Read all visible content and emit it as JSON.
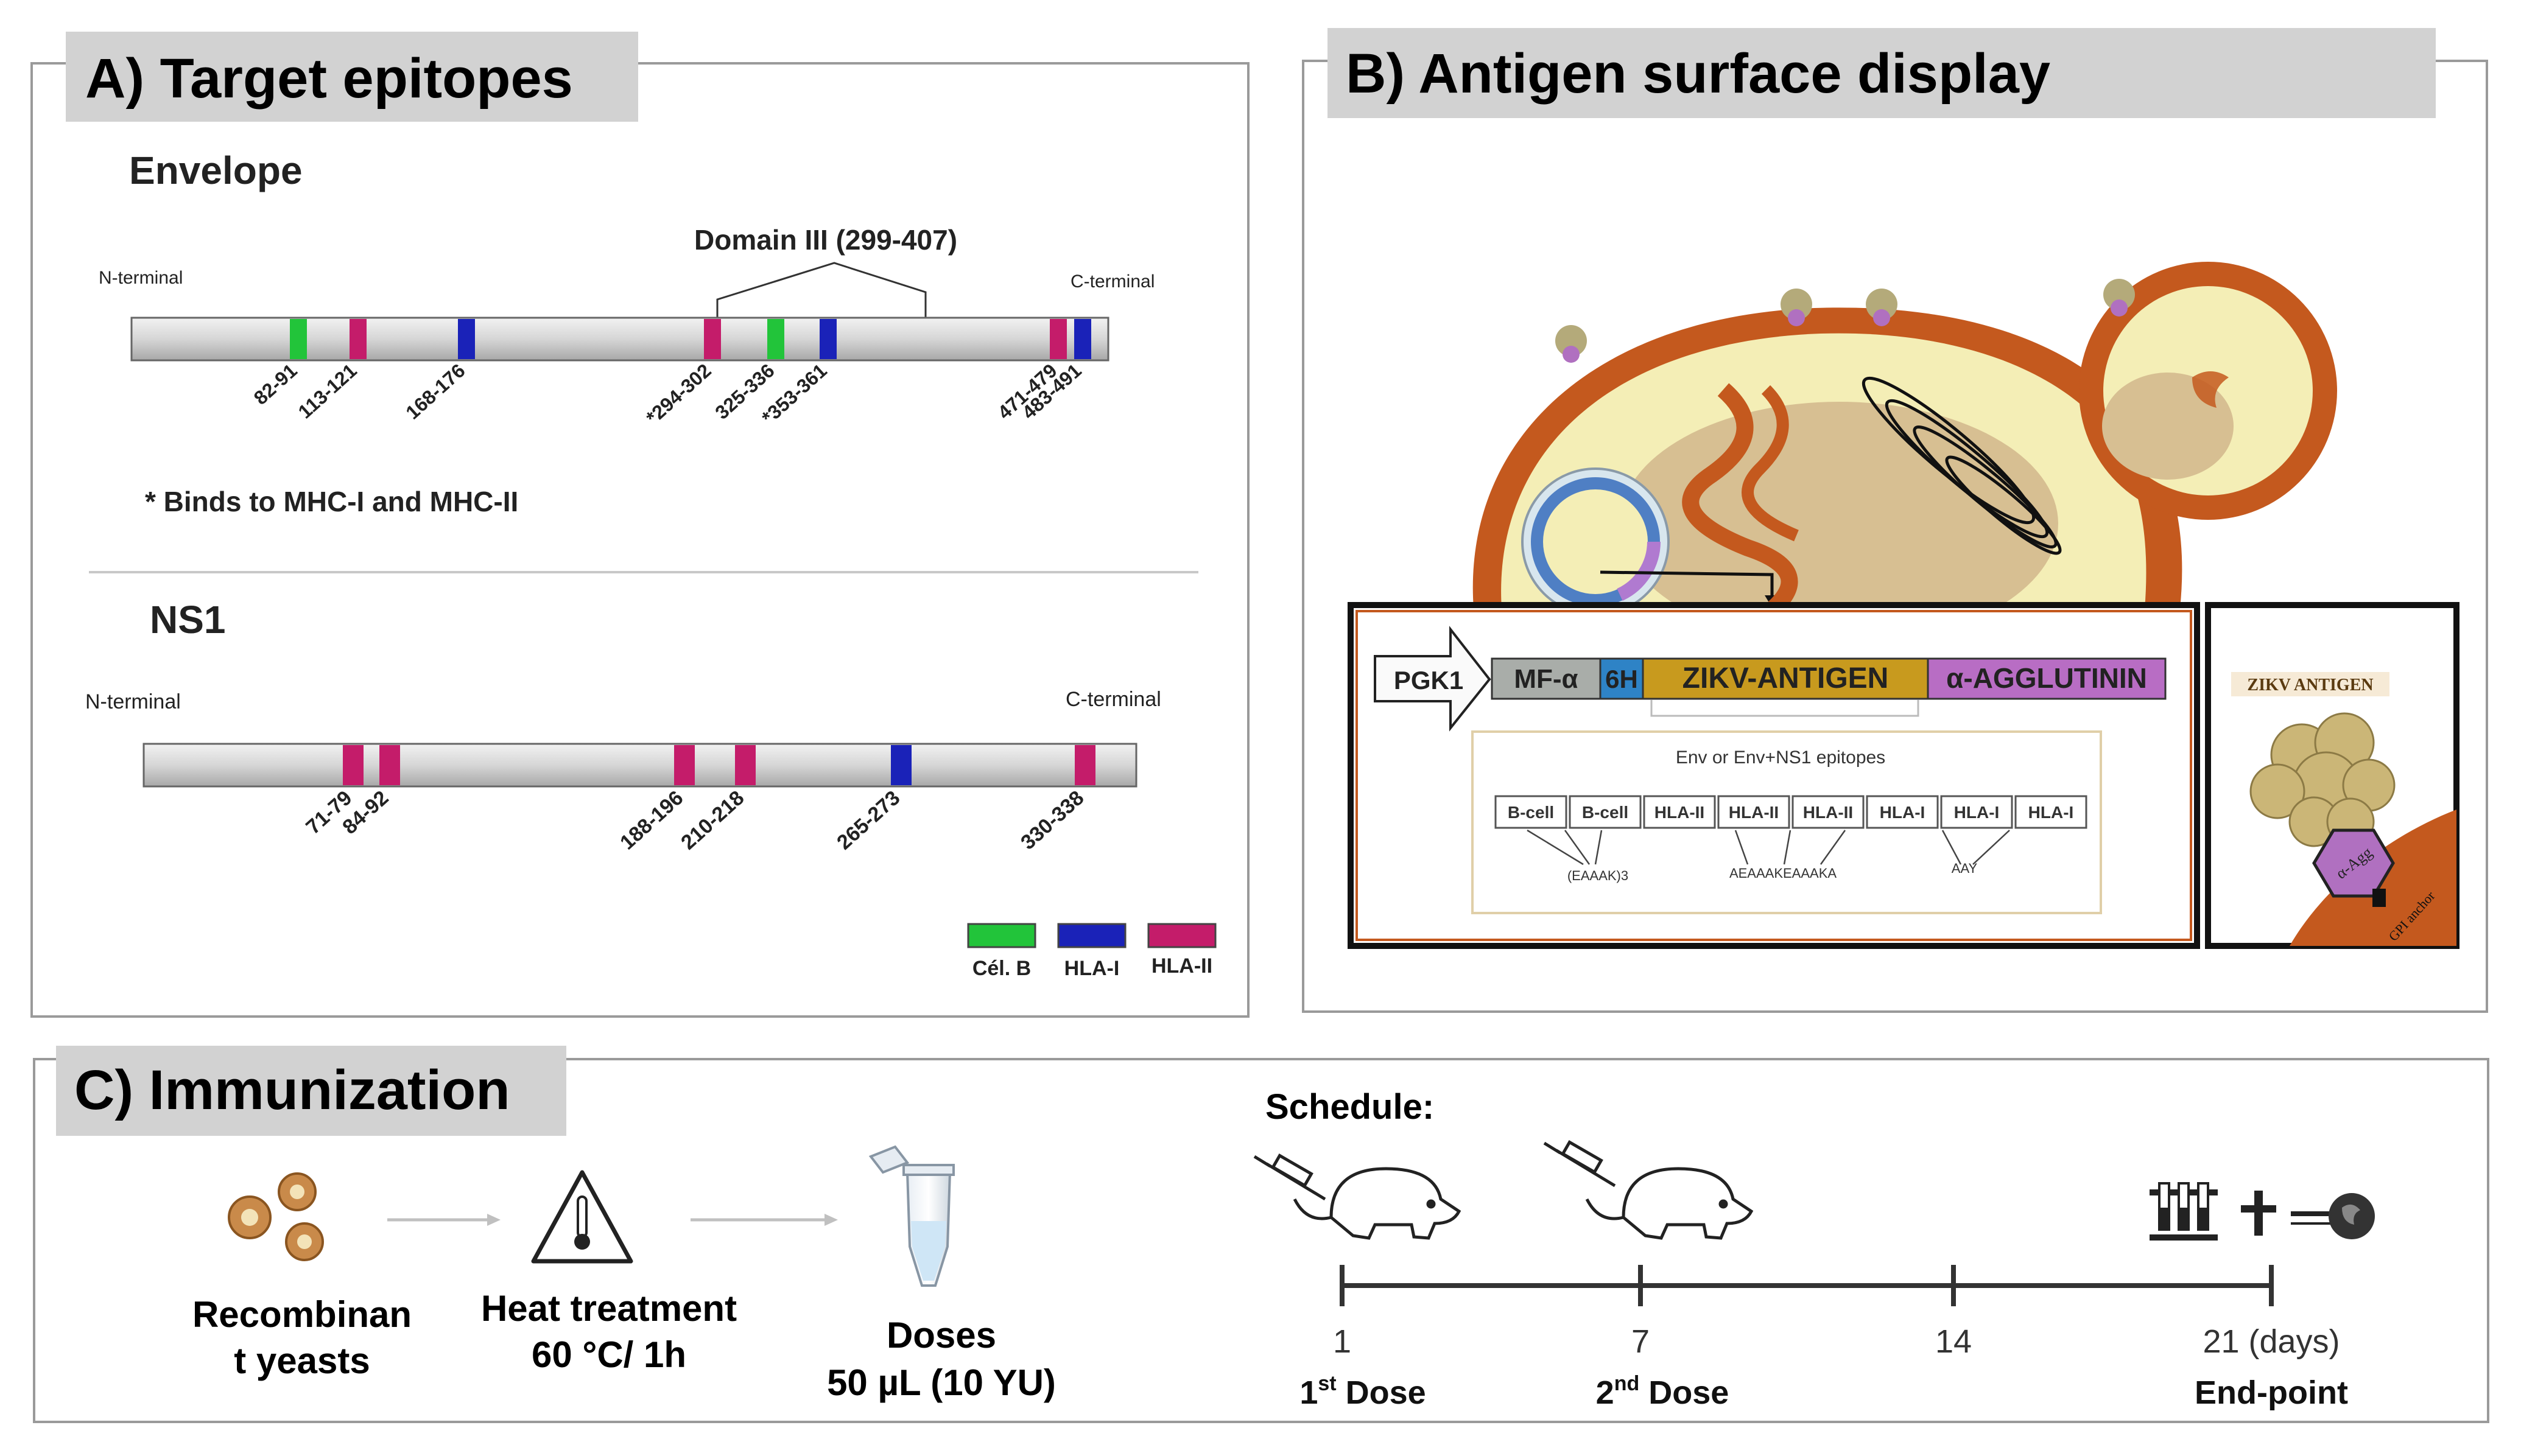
{
  "panelA": {
    "title": "A) Target epitopes",
    "envelope": {
      "title": "Envelope",
      "n_term": "N-terminal",
      "c_term": "C-terminal",
      "domain_label": "Domain III (299-407)",
      "footnote": "* Binds to MHC-I and MHC-II",
      "epitopes": [
        {
          "label": "82-91",
          "type": "bcell"
        },
        {
          "label": "113-121",
          "type": "hla2"
        },
        {
          "label": "168-176",
          "type": "hla1"
        },
        {
          "label": "*294-302",
          "type": "hla2"
        },
        {
          "label": "325-336",
          "type": "bcell"
        },
        {
          "label": "*353-361",
          "type": "hla1"
        },
        {
          "label": "471-479",
          "type": "hla2"
        },
        {
          "label": "483-491",
          "type": "hla1"
        }
      ]
    },
    "ns1": {
      "title": "NS1",
      "n_term": "N-terminal",
      "c_term": "C-terminal",
      "epitopes": [
        {
          "label": "71-79",
          "type": "hla2"
        },
        {
          "label": "84-92",
          "type": "hla2"
        },
        {
          "label": "188-196",
          "type": "hla2"
        },
        {
          "label": "210-218",
          "type": "hla2"
        },
        {
          "label": "265-273",
          "type": "hla1"
        },
        {
          "label": "330-338",
          "type": "hla2"
        }
      ]
    },
    "legend": [
      {
        "label": "Cél. B",
        "color": "#22c43a"
      },
      {
        "label": "HLA-I",
        "color": "#1a22b8"
      },
      {
        "label": "HLA-II",
        "color": "#c41c6a"
      }
    ]
  },
  "panelB": {
    "title": "B) Antigen surface display",
    "promoter": "PGK1",
    "segments": [
      "MF-α",
      "6H",
      "ZIKV-ANTIGEN",
      "α-AGGLUTININ"
    ],
    "epitopes_caption": "Env or Env+NS1 epitopes",
    "cells": [
      "B-cell",
      "B-cell",
      "HLA-II",
      "HLA-II",
      "HLA-II",
      "HLA-I",
      "HLA-I",
      "HLA-I"
    ],
    "linkers": [
      "(EAAAK)3",
      "AEAAAKEAAAKA",
      "AAY"
    ],
    "inset_title": "ZIKV ANTIGEN",
    "inset_agg": "α-Agg",
    "inset_gpi": "GPI anchor"
  },
  "panelC": {
    "title": "C) Immunization",
    "steps": [
      {
        "line1": "Recombinan",
        "line2": "t yeasts"
      },
      {
        "line1": "Heat treatment",
        "line2": "60 °C/ 1h"
      },
      {
        "line1": "Doses",
        "line2": "50 µL (10 YU)"
      }
    ],
    "schedule_title": "Schedule:",
    "timeline": [
      {
        "day": "1",
        "label_base": "1",
        "label_sup": "st",
        "label_rest": " Dose"
      },
      {
        "day": "7",
        "label_base": "2",
        "label_sup": "nd",
        "label_rest": " Dose"
      },
      {
        "day": "14",
        "label_base": "",
        "label_sup": "",
        "label_rest": ""
      },
      {
        "day": "21 (days)",
        "label_base": "End-point",
        "label_sup": "",
        "label_rest": ""
      }
    ]
  }
}
